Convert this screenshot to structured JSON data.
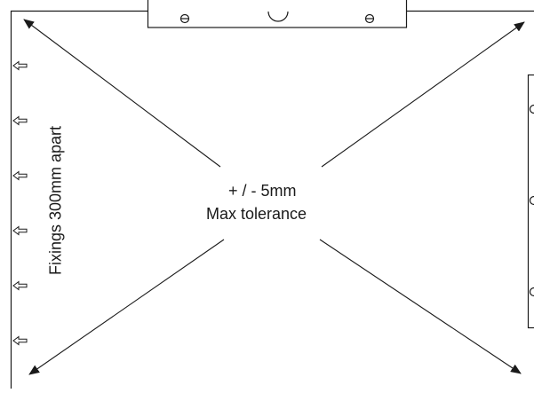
{
  "diagram": {
    "center_label": {
      "line1": "+ / - 5mm",
      "line2": "Max tolerance"
    },
    "side_label": "Fixings 300mm apart",
    "fixing_count": 6,
    "spirit_level_screws": 2,
    "right_bracket_screws": 3,
    "colors": {
      "stroke": "#1a1a1a",
      "background": "#ffffff"
    },
    "icons": [
      "double-headed-arrow",
      "fixing-arrow-icon",
      "screw-icon",
      "spirit-level-bubble"
    ]
  }
}
